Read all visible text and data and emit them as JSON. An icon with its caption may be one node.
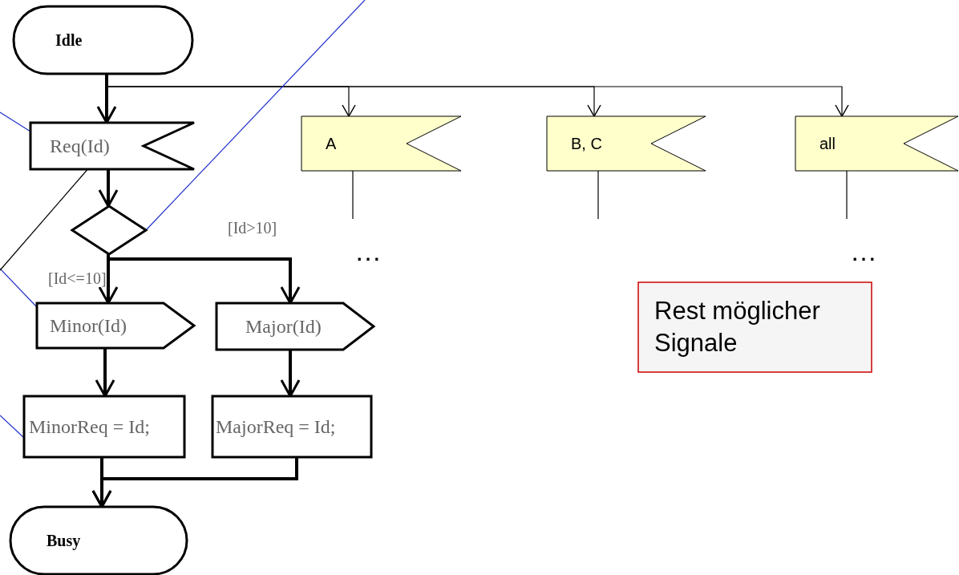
{
  "diagram": {
    "nodes": [
      {
        "text": [
          "Idle"
        ]
      },
      {
        "text": [
          "Req(Id)"
        ]
      },
      {
        "text": [],
        "shape": "diamond"
      },
      {
        "text": [
          "Minor(Id)"
        ]
      },
      {
        "text": [
          "Major(Id)"
        ]
      },
      {
        "text": [
          "MinorReq = Id;"
        ]
      },
      {
        "text": [
          "MajorReq = Id;"
        ]
      },
      {
        "text": [
          "Busy"
        ]
      },
      {
        "text": [
          "A"
        ]
      },
      {
        "text": [
          "B, C"
        ]
      },
      {
        "text": [
          "all"
        ]
      },
      {
        "text": [
          "Rest möglicher Signale"
        ]
      }
    ],
    "edges": [
      {
        "from": 0,
        "to": 1,
        "arrow": "to",
        "style": "thick"
      },
      {
        "from": 0,
        "to": 8,
        "arrow": "to"
      },
      {
        "from": 0,
        "to": 9,
        "arrow": "to"
      },
      {
        "from": 0,
        "to": 10,
        "arrow": "to"
      },
      {
        "from": 1,
        "to": 2,
        "arrow": "to",
        "style": "thick"
      },
      {
        "from": 2,
        "to": 3,
        "arrow": "to",
        "style": "thick",
        "label": "[Id<=10]"
      },
      {
        "from": 2,
        "to": 4,
        "arrow": "to",
        "style": "thick",
        "label": "[Id>10]"
      },
      {
        "from": 3,
        "to": 5,
        "arrow": "to",
        "style": "thick"
      },
      {
        "from": 4,
        "to": 6,
        "arrow": "to",
        "style": "thick"
      },
      {
        "from": 5,
        "to": 7,
        "arrow": "to",
        "style": "thick"
      },
      {
        "from": 6,
        "to": 7,
        "arrow": "to",
        "style": "thick"
      },
      {
        "from": 8,
        "to": null,
        "arrow": "none"
      },
      {
        "from": 9,
        "to": null,
        "arrow": "none"
      },
      {
        "from": 10,
        "to": null,
        "arrow": "none"
      },
      {
        "from": null,
        "to": 1,
        "arrow": "none",
        "color": "#2233cc"
      },
      {
        "from": null,
        "to": 2,
        "arrow": "none",
        "color": "#2233cc"
      },
      {
        "from": null,
        "to": 3,
        "arrow": "none",
        "color": "#2233cc"
      },
      {
        "from": null,
        "to": 5,
        "arrow": "none",
        "color": "#2233cc"
      },
      {
        "from": 1,
        "to": null,
        "arrow": "none"
      }
    ],
    "labels": [
      "…",
      "…"
    ]
  }
}
